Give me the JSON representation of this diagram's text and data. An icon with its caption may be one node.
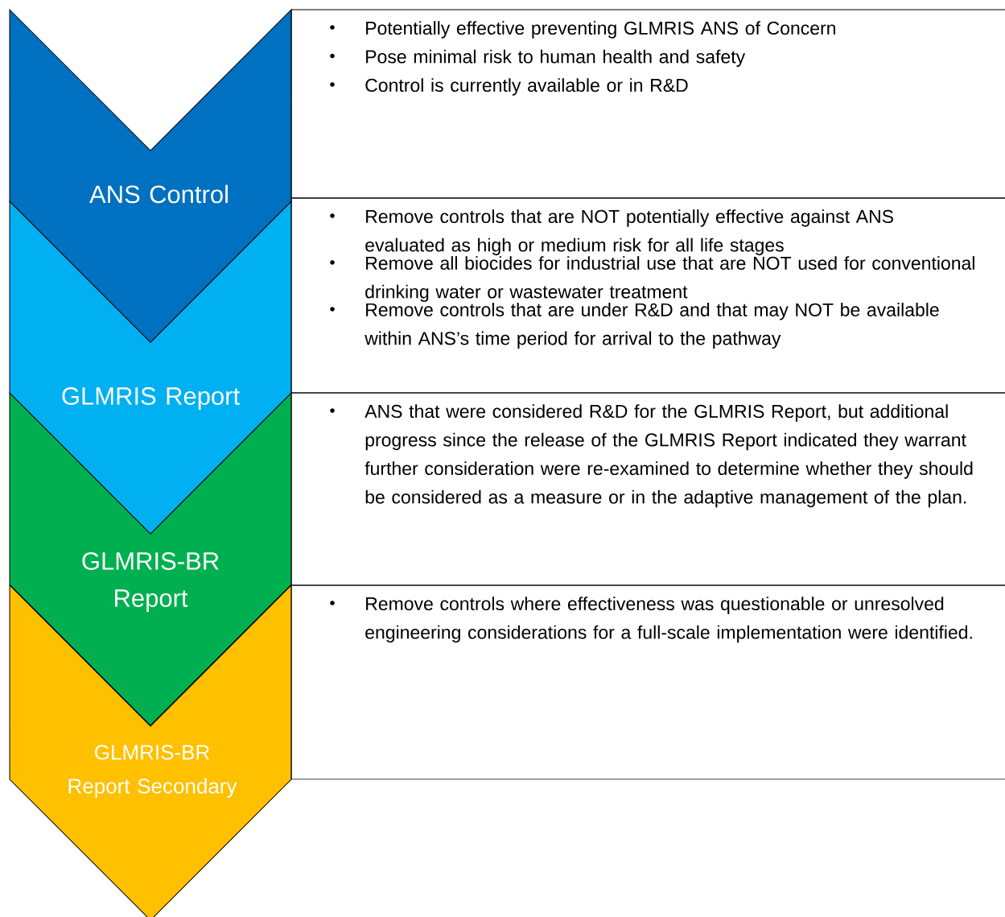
{
  "diagram": {
    "nodes": [
      {
        "text": [
          "ANS Control"
        ]
      },
      {
        "text": [
          "GLMRIS Report"
        ]
      },
      {
        "text": [
          "GLMRIS-BR Report"
        ]
      },
      {
        "text": [
          "GLMRIS-BR Report Secondary"
        ]
      },
      {
        "text": [
          "Potentially effective preventing GLMRIS ANS of Concern",
          "Pose minimal risk to human health and safety",
          "Control is currently available or in R&D"
        ]
      },
      {
        "text": [
          "Remove controls that are NOT potentially effective against ANS evaluated as high or medium risk for all life stages",
          "Remove all biocides for industrial use that are NOT used for conventional drinking water or wastewater treatment",
          "Remove controls that are under R&D and that may NOT be available within ANS’s time period for arrival to the pathway"
        ]
      },
      {
        "text": [
          "ANS that were considered R&D for the GLMRIS Report, but additional progress since the release of the GLMRIS Report indicated they warrant further consideration were re-examined to determine whether they should be considered as a measure or in the adaptive management of the plan."
        ]
      },
      {
        "text": [
          "Remove controls where effectiveness was questionable or unresolved engineering considerations for a full-scale implementation were identified."
        ]
      }
    ],
    "edges": []
  }
}
